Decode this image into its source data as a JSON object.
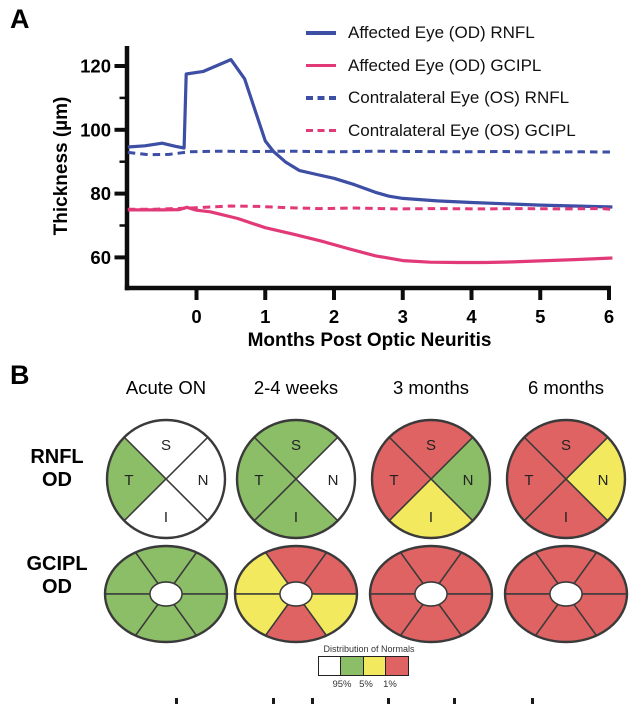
{
  "chart_data": {
    "type": "line",
    "title": "",
    "xlabel": "Months Post Optic Neuritis",
    "ylabel": "Thickness (µm)",
    "xlim": [
      -1,
      6.1
    ],
    "ylim": [
      50,
      125
    ],
    "x_ticks": [
      0,
      1,
      2,
      3,
      4,
      5,
      6
    ],
    "y_ticks": [
      60,
      80,
      100,
      120
    ],
    "y_minor_ticks": [
      70,
      90,
      110
    ],
    "grid": "off",
    "legend_position": "top-right",
    "series": [
      {
        "name": "Affected Eye (OD) RNFL",
        "style": "solid",
        "color": "#3D4EA5",
        "points": [
          [
            -1,
            94.6
          ],
          [
            -0.75,
            95.0
          ],
          [
            -0.5,
            95.8
          ],
          [
            -0.3,
            94.8
          ],
          [
            -0.18,
            94.3
          ],
          [
            -0.15,
            117.5
          ],
          [
            0.1,
            118.3
          ],
          [
            0.5,
            122
          ],
          [
            0.7,
            116
          ],
          [
            1,
            96.5
          ],
          [
            1.12,
            93.2
          ],
          [
            1.3,
            89.8
          ],
          [
            1.5,
            87.2
          ],
          [
            1.75,
            86
          ],
          [
            2,
            84.8
          ],
          [
            2.3,
            82.8
          ],
          [
            2.6,
            80.4
          ],
          [
            2.8,
            79.2
          ],
          [
            3,
            78.5
          ],
          [
            3.5,
            77.7
          ],
          [
            4,
            77.2
          ],
          [
            4.5,
            76.8
          ],
          [
            5,
            76.4
          ],
          [
            5.5,
            76.1
          ],
          [
            6.05,
            75.8
          ]
        ]
      },
      {
        "name": "Affected Eye (OD) GCIPL",
        "style": "solid",
        "color": "#E23A78",
        "points": [
          [
            -1,
            74.9
          ],
          [
            -0.5,
            74.9
          ],
          [
            -0.25,
            75.0
          ],
          [
            -0.14,
            75.7
          ],
          [
            0,
            74.8
          ],
          [
            0.2,
            74.3
          ],
          [
            0.6,
            72.2
          ],
          [
            1,
            69.3
          ],
          [
            1.4,
            67.3
          ],
          [
            1.8,
            65.2
          ],
          [
            2.2,
            62.8
          ],
          [
            2.6,
            60.5
          ],
          [
            3,
            59.0
          ],
          [
            3.4,
            58.5
          ],
          [
            3.8,
            58.4
          ],
          [
            4.2,
            58.4
          ],
          [
            4.6,
            58.6
          ],
          [
            5,
            58.9
          ],
          [
            5.5,
            59.3
          ],
          [
            6.05,
            59.8
          ]
        ]
      },
      {
        "name": "Contralateral Eye (OS) RNFL",
        "style": "dashed",
        "color": "#3D4EA5",
        "points": [
          [
            -1,
            92.9
          ],
          [
            -0.7,
            92.2
          ],
          [
            -0.4,
            92.3
          ],
          [
            -0.1,
            93.1
          ],
          [
            0.3,
            93.3
          ],
          [
            0.8,
            93.2
          ],
          [
            1.4,
            93.3
          ],
          [
            2,
            93.1
          ],
          [
            2.6,
            93.3
          ],
          [
            3.2,
            93.2
          ],
          [
            3.8,
            93.1
          ],
          [
            4.4,
            93.2
          ],
          [
            5,
            93.0
          ],
          [
            5.6,
            93.1
          ],
          [
            6.08,
            93.0
          ]
        ]
      },
      {
        "name": "Contralateral Eye (OS) GCIPL",
        "style": "dashed",
        "color": "#E23A78",
        "points": [
          [
            -1,
            75.1
          ],
          [
            -0.6,
            75.1
          ],
          [
            -0.2,
            75.4
          ],
          [
            0.2,
            75.8
          ],
          [
            0.5,
            76.1
          ],
          [
            0.9,
            76.0
          ],
          [
            1.3,
            75.6
          ],
          [
            1.8,
            75.3
          ],
          [
            2.3,
            75.5
          ],
          [
            2.9,
            75.2
          ],
          [
            3.5,
            75.3
          ],
          [
            4.1,
            75.2
          ],
          [
            4.7,
            75.3
          ],
          [
            5.3,
            75.2
          ],
          [
            5.9,
            75.3
          ],
          [
            6.08,
            75.0
          ]
        ]
      }
    ]
  },
  "panel_a": {
    "label": "A"
  },
  "panel_b": {
    "label": "B",
    "column_headers": [
      "Acute ON",
      "2-4 weeks",
      "3 months",
      "6 months"
    ],
    "palette": {
      "white": "#FFFFFF",
      "green": "#8CBE68",
      "yellow": "#F2E95E",
      "red": "#DF6363"
    },
    "row1": {
      "label_line1": "RNFL",
      "label_line2": "OD",
      "quadrant_letters": [
        "S",
        "N",
        "I",
        "T"
      ],
      "maps": [
        {
          "timepoint": "Acute ON",
          "S": "white",
          "N": "white",
          "I": "white",
          "T": "green"
        },
        {
          "timepoint": "2-4 weeks",
          "S": "green",
          "N": "white",
          "I": "green",
          "T": "green"
        },
        {
          "timepoint": "3 months",
          "S": "red",
          "N": "green",
          "I": "yellow",
          "T": "red"
        },
        {
          "timepoint": "6 months",
          "S": "red",
          "N": "yellow",
          "I": "red",
          "T": "red"
        }
      ]
    },
    "row2": {
      "label_line1": "GCIPL",
      "label_line2": "OD",
      "sector_order": [
        "upper-right",
        "top",
        "upper-left",
        "lower-left",
        "bottom",
        "lower-right"
      ],
      "maps": [
        {
          "timepoint": "Acute ON",
          "sectors": [
            "green",
            "green",
            "green",
            "green",
            "green",
            "green"
          ]
        },
        {
          "timepoint": "2-4 weeks",
          "sectors": [
            "red",
            "red",
            "yellow",
            "yellow",
            "red",
            "yellow"
          ]
        },
        {
          "timepoint": "3 months",
          "sectors": [
            "red",
            "red",
            "red",
            "red",
            "red",
            "red"
          ]
        },
        {
          "timepoint": "6 months",
          "sectors": [
            "red",
            "red",
            "red",
            "red",
            "red",
            "red"
          ]
        }
      ]
    },
    "normals_legend": {
      "title": "Distribution of Normals",
      "cells": [
        "white",
        "green",
        "yellow",
        "red"
      ],
      "labels": [
        "95%",
        "5%",
        "1%"
      ]
    }
  },
  "cropped_caption_marks": [
    175,
    272,
    311,
    387,
    453,
    531
  ]
}
